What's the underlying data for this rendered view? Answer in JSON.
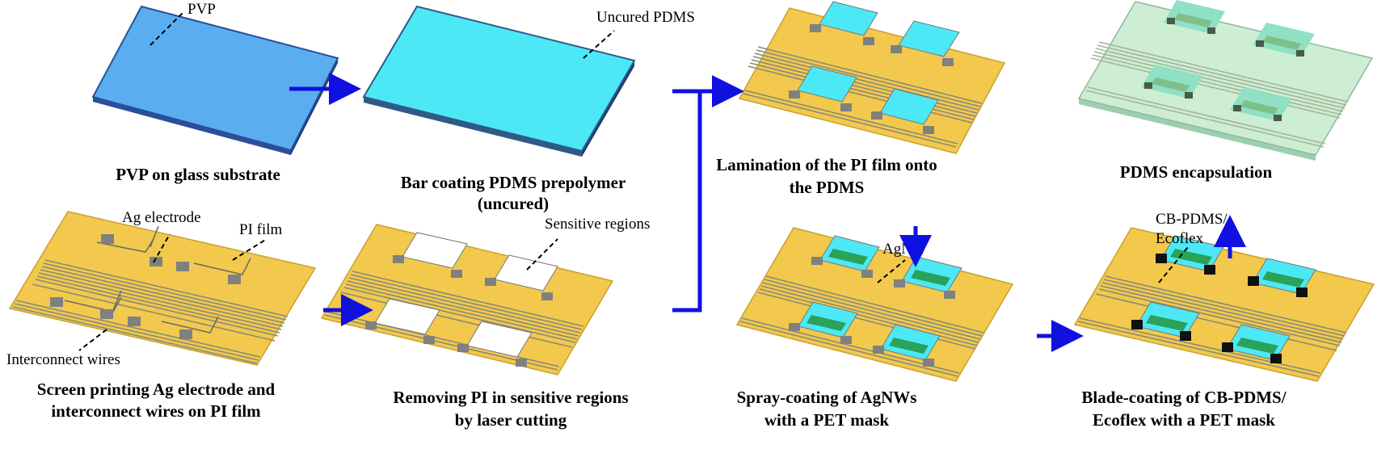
{
  "colors": {
    "arrow": "#1010e0",
    "pvp_top": "#5aaef0",
    "pvp_edge": "#2a4f99",
    "pdms_top": "#4de8f5",
    "pdms_edge": "#2f5a88",
    "pi_film": "#f2c94c",
    "pi_edge": "#c9a031",
    "electrode": "#808080",
    "agnw": "#2aa25a",
    "cb_pdms": "#111111",
    "encap": "#cdeed2"
  },
  "captions": {
    "pvp_substrate": "PVP on glass substrate",
    "bar_coating_1": "Bar coating PDMS prepolymer",
    "bar_coating_2": "(uncured)",
    "lamination_1": "Lamination of the PI film onto",
    "lamination_2": "the PDMS",
    "encapsulation": "PDMS encapsulation",
    "screen_printing_1": "Screen printing Ag electrode and",
    "screen_printing_2": "interconnect wires on PI film",
    "removing_pi_1": "Removing PI in sensitive regions",
    "removing_pi_2": "by laser cutting",
    "spray_coating_1": "Spray-coating of AgNWs",
    "spray_coating_2": "with a PET mask",
    "blade_coating_1": "Blade-coating of CB-PDMS/",
    "blade_coating_2": "Ecoflex with a PET mask"
  },
  "labels": {
    "pvp": "PVP",
    "uncured_pdms": "Uncured PDMS",
    "ag_electrode": "Ag electrode",
    "pi_film": "PI film",
    "interconnect_wires": "Interconnect wires",
    "sensitive_regions": "Sensitive regions",
    "agnw": "AgNW",
    "cb_pdms_1": "CB-PDMS/",
    "cb_pdms_2": "Ecoflex"
  }
}
